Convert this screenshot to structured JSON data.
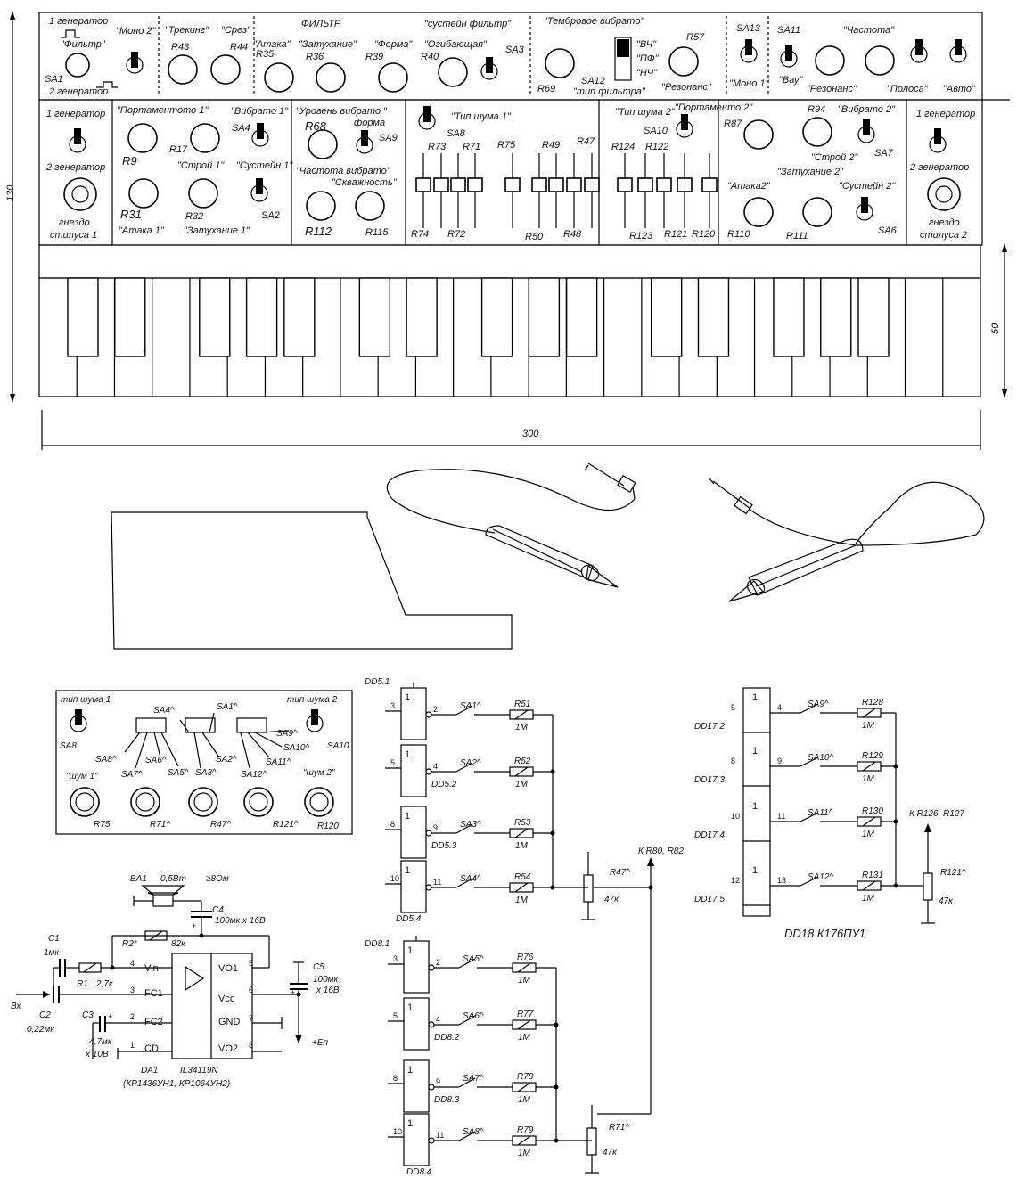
{
  "panel": {
    "dim_width": "300",
    "dim_height": "130",
    "dim_kb": "50",
    "gen1_top": "1 генератор",
    "filter_sw": "\"Фильтр\"",
    "sa1": "SA1",
    "gen2_top": "2 генератор",
    "mono2": "\"Моно 2\"",
    "tracking": "\"Трекинг\"",
    "cut": "\"Срез\"",
    "r43": "R43",
    "r44": "R44",
    "filter_title": "ФИЛЬТР",
    "sustain_filter": "\"сустейн фильтр\"",
    "attack": "\"Атака\"",
    "r35": "R35",
    "decay": "\"Затухание\"",
    "r36": "R36",
    "form": "\"Форма\"",
    "r39": "R39",
    "envelope": "\"Огибающая\"",
    "r40": "R40",
    "sa3": "SA3",
    "timbre_vib": "\"Тембровое вибрато\"",
    "r69": "R69",
    "sa12": "SA12",
    "filter_type": "\"тип фильтра\"",
    "hp": "\"ВЧ\"",
    "bp": "\"ПФ\"",
    "lp": "\"НЧ\"",
    "r57": "R57",
    "resonance": "\"Резонанс\"",
    "sa13": "SA13",
    "mono1": "\"Моно 1\"",
    "sa11": "SA11",
    "wah": "\"Вау\"",
    "freq": "\"Частота\"",
    "resonance2": "\"Резонанс\"",
    "band": "\"Полоса\"",
    "auto": "\"Авто\"",
    "g1": "1 генератор",
    "g2": "2 генератор",
    "jack1a": "гнездо",
    "jack1b": "стилуса 1",
    "portamento1": "\"Портаментото 1\"",
    "r9": "R9",
    "r17": "R17",
    "vibrato1": "\"Вибрато 1\"",
    "sa4": "SA4",
    "tune1": "\"Строй 1\"",
    "sustain1": "\"Сустейн 1\"",
    "r31": "R31",
    "r32": "R32",
    "sa2": "SA2",
    "attack1": "\"Атака 1\"",
    "decay1": "\"Затухание 1\"",
    "vib_level": "\"Уровень вибрато \"",
    "r68": "R68",
    "vib_form": "форма",
    "sa9": "SA9",
    "vib_freq": "\"Частота вибрато\"",
    "duty": "\"Скважность\"",
    "r112": "R112",
    "r115": "R115",
    "sa8": "SA8",
    "noise1": "\"Тип шума 1\"",
    "r73": "R73",
    "r71": "R71",
    "r75": "R75",
    "r49": "R49",
    "r47": "R47",
    "r74": "R74",
    "r72": "R72",
    "r50": "R50",
    "r48": "R48",
    "noise2": "\"Тип шума 2\"",
    "portamento2": "\"Портаменто 2\"",
    "sa10": "SA10",
    "r124": "R124",
    "r122": "R122",
    "r123": "R123",
    "r121": "R121",
    "r120": "R120",
    "r87": "R87",
    "r94": "R94",
    "vibrato2": "\"Вибрато 2\"",
    "tune2": "\"Строй 2\"",
    "sa7": "SA7",
    "decay2": "\"Затухание 2\"",
    "attack2": "\"Атака2\"",
    "sustain2": "\"Сустейн 2\"",
    "r110": "R110",
    "r111": "R111",
    "sa6": "SA6",
    "g1r": "1 генератор",
    "g2r": "2 генератор",
    "jack2a": "гнездо",
    "jack2b": "стилуса 2"
  },
  "keyboard": {
    "white_keys": 25,
    "black_keys_x_pct": [
      0.035,
      0.085,
      0.175,
      0.225,
      0.265,
      0.345,
      0.395,
      0.475,
      0.525,
      0.565,
      0.655,
      0.705,
      0.785,
      0.835,
      0.875
    ],
    "note": ""
  },
  "noise_panel": {
    "noise_type1": "тип шума 1",
    "noise_type2": "тип шума 2",
    "sa8": "SA8",
    "sa10": "SA10",
    "sa4c": "SA4^",
    "sa1c": "SA1^",
    "sa8c": "SA8^",
    "sa6c": "SA6^",
    "sa7c": "SA7^",
    "sa5c": "SA5^",
    "sa2c": "SA2^",
    "sa3c": "SA3^",
    "sa9c": "SA9^",
    "sa10c": "SA10^",
    "sa11c": "SA11^",
    "sa12c": "SA12^",
    "noise1": "\"шум 1\"",
    "noise2": "\"шум 2\"",
    "r75": "R75",
    "r71": "R71^",
    "r47": "R47^",
    "r121": "R121^",
    "r120": "R120"
  },
  "amp": {
    "ba1": "BA1",
    "speaker": "0,5Вт",
    "imp": "≥8Ом",
    "c4": "C4",
    "c4v": "100мк x 16В",
    "c1": "C1",
    "c1v": "1мк",
    "r2": "R2*",
    "r2v": "82к",
    "r1": "R1",
    "r1v": "2,7к",
    "vin": "Vin",
    "fc1": "FC1",
    "fc2": "FC2",
    "cd": "CD",
    "vo1": "VO1",
    "vcc": "Vcc",
    "gnd": "GND",
    "vo2": "VO2",
    "p4": "4",
    "p3": "3",
    "p2": "2",
    "p1": "1",
    "p5": "5",
    "p6": "6",
    "p7": "7",
    "p8": "8",
    "c5": "C5",
    "c5v1": "100мк",
    "c5v2": "x 16В",
    "vx": "Вх",
    "c2": "C2",
    "c2v": "0,22мк",
    "c3": "C3",
    "c3v1": "4,7мк",
    "c3v2": "x 10В",
    "en": "+Еп",
    "da1": "DA1",
    "chip": "IL34119N",
    "alt": "(КР1436УН1, КР1064УН2)",
    "plus": "+"
  },
  "dd5": {
    "title": "DD5.1",
    "gates": [
      {
        "in": "3",
        "out": "2",
        "name": "",
        "sw": "SA1^",
        "r": "R51",
        "rv": "1М"
      },
      {
        "in": "5",
        "out": "4",
        "name": "DD5.2",
        "sw": "SA2^",
        "r": "R52",
        "rv": "1М"
      },
      {
        "in": "8",
        "out": "9",
        "name": "DD5.3",
        "sw": "SA3^",
        "r": "R53",
        "rv": "1М"
      },
      {
        "in": "10",
        "out": "11",
        "name": "DD5.4",
        "sw": "SA4^",
        "r": "R54",
        "rv": "1М"
      }
    ],
    "pot": "R47^",
    "potv": "47к",
    "kr": "К R80, R82",
    "one": "1"
  },
  "dd8": {
    "title": "DD8.1",
    "gates": [
      {
        "in": "3",
        "out": "2",
        "name": "",
        "sw": "SA5^",
        "r": "R76",
        "rv": "1М"
      },
      {
        "in": "5",
        "out": "4",
        "name": "DD8.2",
        "sw": "SA6^",
        "r": "R77",
        "rv": "1М"
      },
      {
        "in": "8",
        "out": "9",
        "name": "DD8.3",
        "sw": "SA7^",
        "r": "R78",
        "rv": "1М"
      },
      {
        "in": "10",
        "out": "11",
        "name": "DD8.4",
        "sw": "SA8^",
        "r": "R79",
        "rv": "1М"
      }
    ],
    "pot": "R71^",
    "potv": "47к"
  },
  "dd17": {
    "gates": [
      {
        "in": "5",
        "out": "4",
        "name": "DD17.2",
        "sw": "SA9^",
        "r": "R128",
        "rv": "1М"
      },
      {
        "in": "8",
        "out": "9",
        "name": "DD17.3",
        "sw": "SA10^",
        "r": "R129",
        "rv": "1М"
      },
      {
        "in": "10",
        "out": "11",
        "name": "DD17.4",
        "sw": "SA11^",
        "r": "R130",
        "rv": "1М"
      },
      {
        "in": "12",
        "out": "13",
        "name": "DD17.5",
        "sw": "SA12^",
        "r": "R131",
        "rv": "1М"
      }
    ],
    "kr": "К R126, R127",
    "pot": "R121^",
    "potv": "47к",
    "caption": "DD18 К176ПУ1"
  }
}
